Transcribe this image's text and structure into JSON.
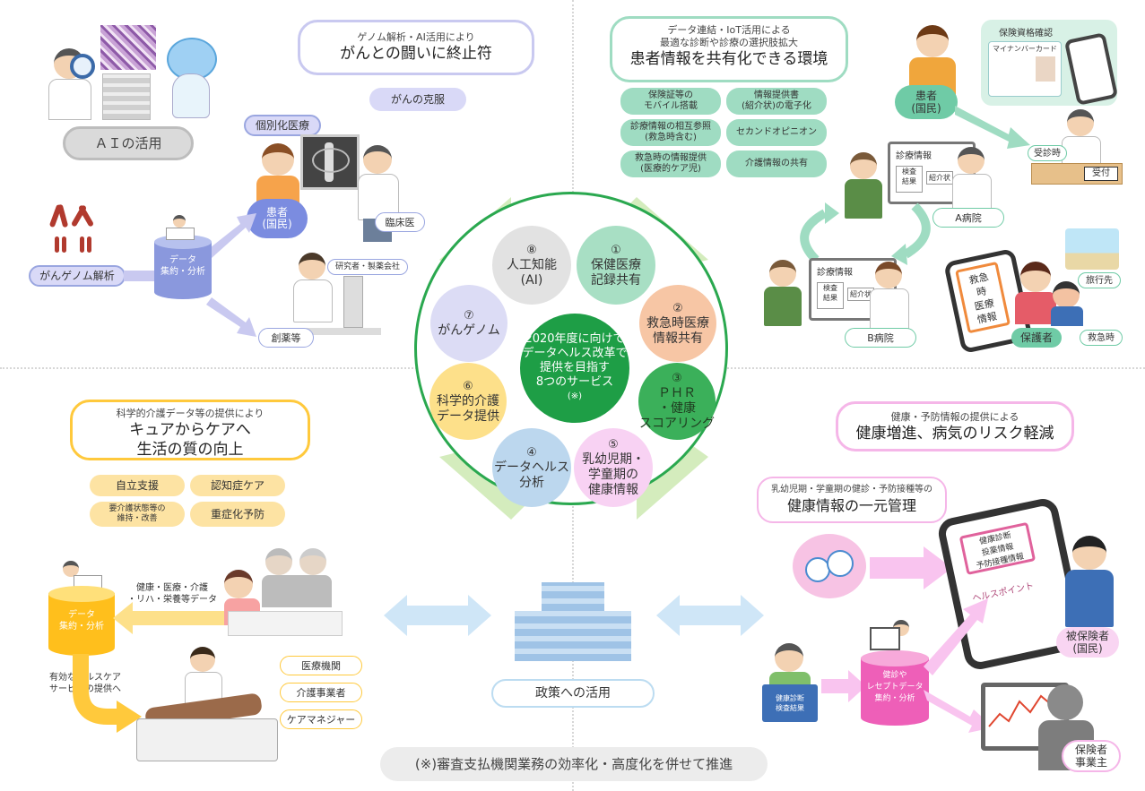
{
  "colors": {
    "center_green": "#1e9e46",
    "ring_green": "#2aa84f",
    "arrow_green": "#cfe8b4",
    "purple_bubble": "#c9c9f0",
    "purple_pill": "#d9d9f7",
    "teal_pill": "#9fdcc2",
    "yellow": "#ffc93c",
    "yellow_pill": "#fde3a3",
    "pink": "#f5b6e8",
    "pink_pill": "#f9d5f2",
    "blue_arrow": "#cfe6f7",
    "gray_box": "#eeeeee"
  },
  "quadrant_tl": {
    "ai_label": "ＡＩの活用",
    "title_sub": "ゲノム解析・AI活用により",
    "title_main": "がんとの闘いに終止符",
    "tag": "がんの克服",
    "personalized": "個別化医療",
    "patient": [
      "患者",
      "(国民)"
    ],
    "clinician": "臨床医",
    "genome": "がんゲノム解析",
    "data_cyl": [
      "データ",
      "集約・分析"
    ],
    "researcher": "研究者・製薬会社",
    "drug": "創薬等"
  },
  "quadrant_tr": {
    "title_sub1": "データ連結・IoT活用による",
    "title_sub2": "最適な診断や診療の選択肢拡大",
    "title_main": "患者情報を共有化できる環境",
    "insurance_check": "保険資格確認",
    "mynumber": "マイナンバーカード",
    "patient": [
      "患者",
      "(国民)"
    ],
    "reception": "受診時",
    "uketsuke": "受付",
    "items": [
      [
        "保険証等の",
        "モバイル搭載"
      ],
      [
        "情報提供書",
        "(紹介状)の電子化"
      ],
      [
        "診療情報の相互参照",
        "(救急時含む)"
      ],
      [
        "セカンドオピニオン"
      ],
      [
        "救急時の情報提供",
        "(医療的ケア児)"
      ],
      [
        "介護情報の共有"
      ]
    ],
    "clinical_info": "診療情報",
    "test_result": [
      "検査",
      "結果"
    ],
    "referral": "紹介状",
    "hospital_a": "A病院",
    "hospital_b": "B病院",
    "phone_text": [
      "救急",
      "時",
      "医療",
      "情報"
    ],
    "travel": "旅行先",
    "guardian": "保護者",
    "emergency": "救急時"
  },
  "center": {
    "lines": [
      "2020年度に向けて",
      "データヘルス改革で",
      "提供を目指す",
      "8つのサービス"
    ],
    "note": "(※)",
    "services": [
      {
        "num": "①",
        "label": [
          "保健医療",
          "記録共有"
        ]
      },
      {
        "num": "②",
        "label": [
          "救急時医療",
          "情報共有"
        ]
      },
      {
        "num": "③",
        "label": [
          "ＰＨＲ",
          "・健康",
          "スコアリング"
        ]
      },
      {
        "num": "⑤",
        "label": [
          "乳幼児期・",
          "学童期の",
          "健康情報"
        ]
      },
      {
        "num": "④",
        "label": [
          "データヘルス",
          "分析"
        ]
      },
      {
        "num": "⑥",
        "label": [
          "科学的介護",
          "データ提供"
        ]
      },
      {
        "num": "⑦",
        "label": [
          "がんゲノム"
        ]
      },
      {
        "num": "⑧",
        "label": [
          "人工知能",
          "(AI)"
        ]
      }
    ]
  },
  "quadrant_bl": {
    "title_sub": "科学的介護データ等の提供により",
    "title_main1": "キュアからケアへ",
    "title_main2": "生活の質の向上",
    "pills": [
      [
        "自立支援"
      ],
      [
        "認知症ケア"
      ],
      [
        "要介護状態等の",
        "維持・改善"
      ],
      [
        "重症化予防"
      ]
    ],
    "data_cyl": [
      "データ",
      "集約・分析"
    ],
    "data_types": [
      "健康・医療・介護",
      "・リハ・栄養等データ"
    ],
    "service": [
      "有効なヘルスケア",
      "サービスの提供へ"
    ],
    "providers": [
      "医療機関",
      "介護事業者",
      "ケアマネジャー"
    ]
  },
  "bottom_center": {
    "policy": "政策への活用",
    "footnote": "(※)審査支払機関業務の効率化・高度化を併せて推進"
  },
  "quadrant_br": {
    "title_sub": "健康・予防情報の提供による",
    "title_main": "健康増進、病気のリスク軽減",
    "sub_sub": "乳幼児期・学童期の健診・予防接種等の",
    "sub_main": "健康情報の一元管理",
    "phone_lines": [
      "健康診断",
      "投薬情報",
      "予防接種情報"
    ],
    "health_point": "ヘルスポイント",
    "insured": [
      "被保険者",
      "(国民)"
    ],
    "checkup_book": [
      "健康診断",
      "検査結果"
    ],
    "data_cyl": [
      "健診や",
      "レセプトデータ",
      "集約・分析"
    ],
    "insurer": [
      "保険者",
      "事業主"
    ]
  }
}
